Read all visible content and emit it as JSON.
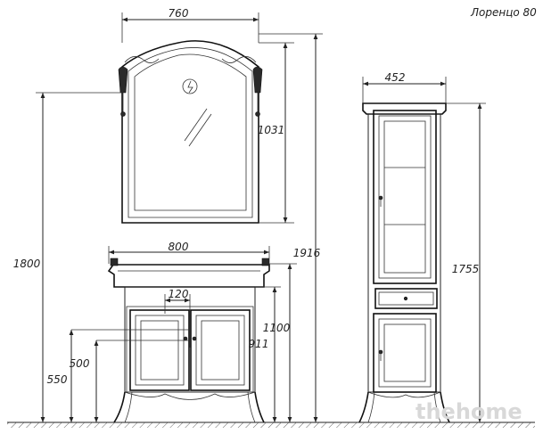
{
  "title": "Лоренцо 80",
  "watermark": "thehome",
  "dimensions": {
    "mirror_width": "760",
    "mirror_height": "1031",
    "mirror_top_height": "1800",
    "total_height": "1916",
    "sink_width": "800",
    "drain_offset": "120",
    "sink_height": "911",
    "sink_top_height": "1100",
    "pipe_height_1": "500",
    "pipe_height_2": "550",
    "column_width": "452",
    "column_height": "1755"
  }
}
